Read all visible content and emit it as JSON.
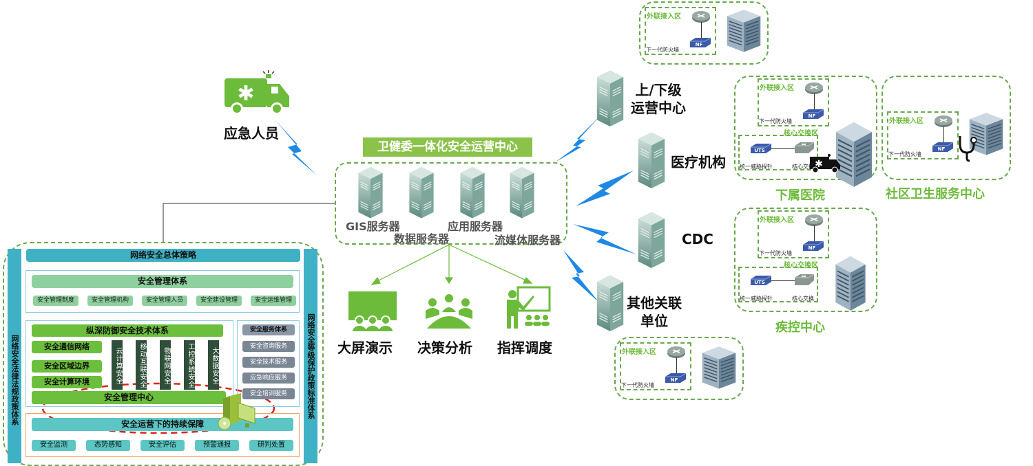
{
  "center": {
    "title": "卫健委一体化安全运营中心",
    "servers": [
      "GIS服务器",
      "数据服务器",
      "应用服务器",
      "流媒体服务器"
    ]
  },
  "emergency": {
    "label": "应急人员"
  },
  "outputs": [
    "大屏演示",
    "决策分析",
    "指挥调度"
  ],
  "nodes": [
    "上/下级\n运营中心",
    "医疗机构",
    "CDC",
    "其他关联\n单位"
  ],
  "node_lines": {
    "n0a": "上/下级",
    "n0b": "运营中心",
    "n1": "医疗机构",
    "n2": "CDC",
    "n3a": "其他关联",
    "n3b": "单位"
  },
  "sites": {
    "zone_access": "外联接入区",
    "firewall": "下一代防火墙",
    "fw_badge": "NF",
    "zone_core": "核心交换区",
    "probe": "统一威胁探针",
    "probe_badge": "UTS",
    "core_switch": "核心交换",
    "hospital": "下属医院",
    "community": "社区卫生服务中心",
    "cdc_center": "疾控中心"
  },
  "framework": {
    "top_bar": "网络安全总体策略",
    "left_side": "网络安全法律法规政策体系",
    "right_side": "网络安全等级保护政策标准体系",
    "mgmt": {
      "title": "安全管理体系",
      "items": [
        "安全管理制度",
        "安全管理机构",
        "安全管理人员",
        "安全建设管理",
        "安全运维管理"
      ]
    },
    "tech": {
      "title": "纵深防御安全技术体系",
      "rows": [
        "安全通信网络",
        "安全区域边界",
        "安全计算环境"
      ],
      "cols": [
        "云计算安全",
        "移动互联安全",
        "物联网安全",
        "工控系统安全",
        "大数据安全"
      ],
      "center": "安全管理中心"
    },
    "service": {
      "title": "安全服务体系",
      "items": [
        "安全咨询服务",
        "安全技术服务",
        "应急响应服务",
        "安全培训服务"
      ]
    },
    "ops": {
      "title": "安全运营下的持续保障",
      "items": [
        "安全监测",
        "态势感知",
        "安全评估",
        "预警通报",
        "研判处置"
      ]
    }
  },
  "colors": {
    "green": "#6dbb3a",
    "teal": "#3fb1c4",
    "lightning": "#1e88e5",
    "dashed_border": "#6aa84f",
    "red_dash": "#e02020"
  }
}
